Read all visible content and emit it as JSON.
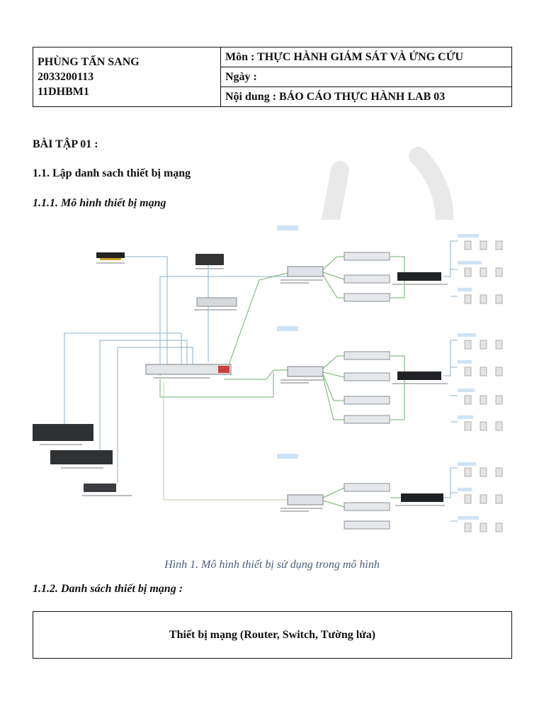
{
  "header": {
    "student_name": "PHÙNG TẤN SANG",
    "student_id": "2033200113",
    "class_code": "11DHBM1",
    "subject": "Môn : THỰC HÀNH GIÁM SÁT VÀ ỨNG CỨU",
    "date": "Ngày :",
    "content": "Nội dung : BÁO CÁO THỰC HÀNH LAB 03"
  },
  "sections": {
    "exercise": "BÀI TẬP 01 :",
    "s1_1": "1.1. Lập danh sach thiết bị mạng",
    "s1_1_1": "1.1.1. Mô hình thiết bị mạng",
    "s1_1_2": "1.1.2. Danh sách thiết bị mạng :"
  },
  "figure": {
    "caption": "Hình  1. Mô hình thiết bị sử dụng trong mô hình"
  },
  "device_table": {
    "header": "Thiết bị mạng (Router, Switch, Tường lửa)"
  }
}
